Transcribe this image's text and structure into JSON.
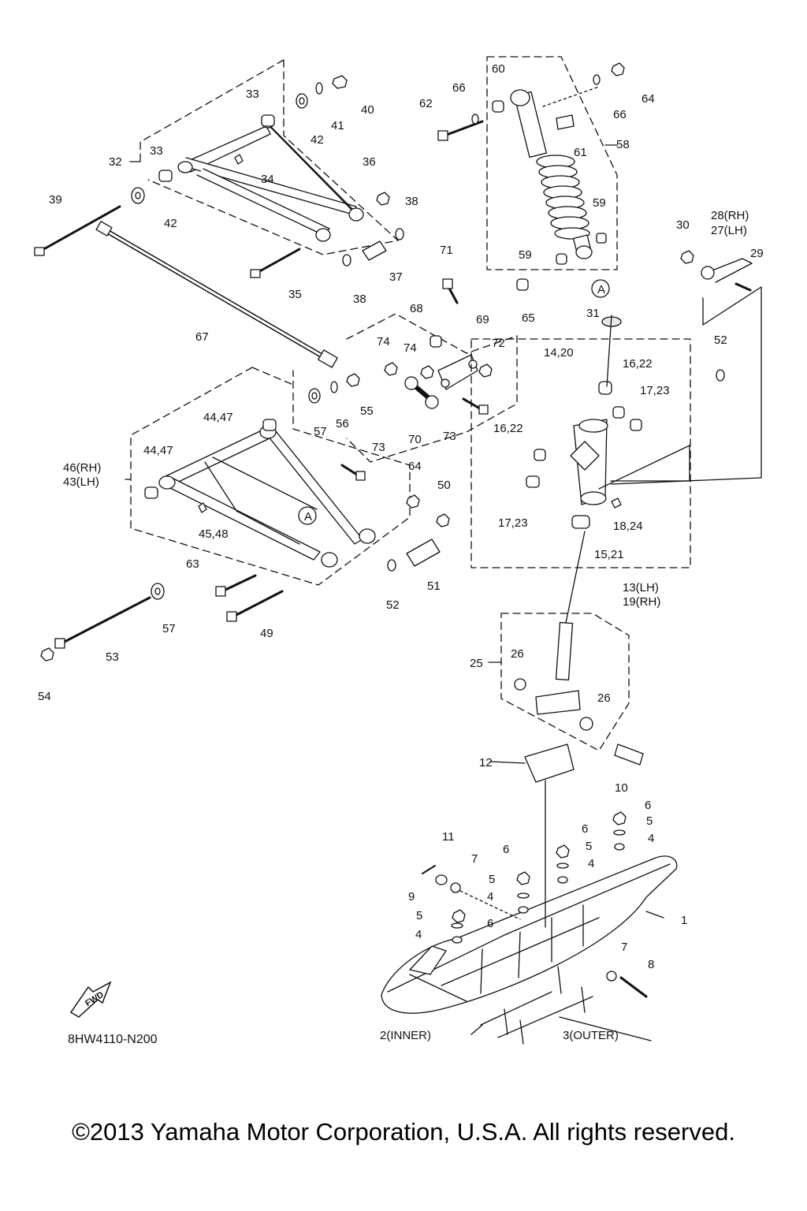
{
  "labels": {
    "l1": "1",
    "l2": "2(INNER)",
    "l3": "3(OUTER)",
    "l4a": "4",
    "l4b": "4",
    "l4c": "4",
    "l4d": "4",
    "l5a": "5",
    "l5b": "5",
    "l5c": "5",
    "l5d": "5",
    "l6a": "6",
    "l6b": "6",
    "l6c": "6",
    "l6d": "6",
    "l7a": "7",
    "l7b": "7",
    "l8": "8",
    "l9": "9",
    "l10": "10",
    "l11": "11",
    "l12": "12",
    "l13": "13(LH)",
    "l19": "19(RH)",
    "l14": "14,20",
    "l15": "15,21",
    "l16a": "16,22",
    "l16b": "16,22",
    "l17a": "17,23",
    "l17b": "17,23",
    "l18": "18,24",
    "l25": "25",
    "l26a": "26",
    "l26b": "26",
    "l28": "28(RH)",
    "l27": "27(LH)",
    "l29": "29",
    "l30": "30",
    "l31": "31",
    "l32": "32",
    "l33a": "33",
    "l33b": "33",
    "l34": "34",
    "l35": "35",
    "l36": "36",
    "l37": "37",
    "l38a": "38",
    "l38b": "38",
    "l39": "39",
    "l40": "40",
    "l41": "41",
    "l42a": "42",
    "l42b": "42",
    "l44a": "44,47",
    "l44b": "44,47",
    "l45": "45,48",
    "l46": "46(RH)",
    "l43": "43(LH)",
    "l49": "49",
    "l50": "50",
    "l51": "51",
    "l52a": "52",
    "l52b": "52",
    "l53": "53",
    "l54": "54",
    "l55": "55",
    "l56": "56",
    "l57a": "57",
    "l57b": "57",
    "l58": "58",
    "l59a": "59",
    "l59b": "59",
    "l60": "60",
    "l61": "61",
    "l62": "62",
    "l63": "63",
    "l64a": "64",
    "l64b": "64",
    "l65": "65",
    "l66a": "66",
    "l66b": "66",
    "l67": "67",
    "l68": "68",
    "l69": "69",
    "l70": "70",
    "l71": "71",
    "l72": "72",
    "l73a": "73",
    "l73b": "73",
    "l74a": "74",
    "l74b": "74",
    "refA1": "A",
    "refA2": "A"
  },
  "diagram_code": "8HW4110-N200",
  "fwd_text": "FWD",
  "copyright": "©2013 Yamaha Motor Corporation, U.S.A. All rights reserved.",
  "colors": {
    "line": "#111111",
    "fill_shade": "#e8e8e8",
    "background": "#ffffff"
  }
}
